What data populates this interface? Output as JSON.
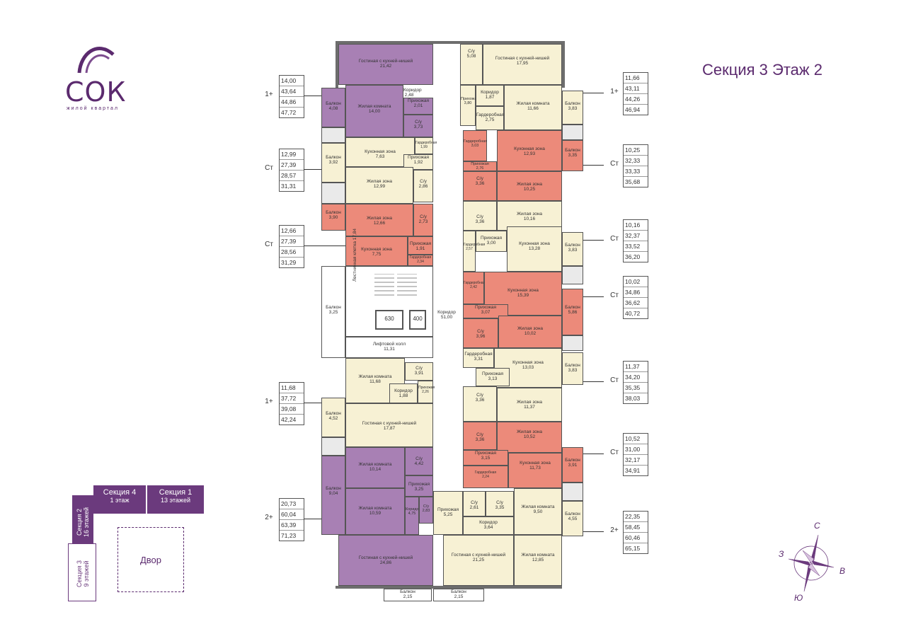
{
  "logo": {
    "name": "СОК",
    "subtitle": "жилой квартал"
  },
  "section_title": "Секция 3  Этаж 2",
  "info_boxes": [
    {
      "type": "1+",
      "values": [
        "14,00",
        "43,64",
        "44,86",
        "47,72"
      ]
    },
    {
      "type": "Ст",
      "values": [
        "12,99",
        "27,39",
        "28,57",
        "31,31"
      ]
    },
    {
      "type": "Ст",
      "values": [
        "12,66",
        "27,39",
        "28,56",
        "31,29"
      ]
    },
    {
      "type": "1+",
      "values": [
        "11,68",
        "37,72",
        "39,08",
        "42,24"
      ]
    },
    {
      "type": "2+",
      "values": [
        "20,73",
        "60,04",
        "63,39",
        "71,23"
      ]
    },
    {
      "type": "1+",
      "values": [
        "11,66",
        "43,11",
        "44,26",
        "46,94"
      ]
    },
    {
      "type": "Ст",
      "values": [
        "10,25",
        "32,33",
        "33,33",
        "35,68"
      ]
    },
    {
      "type": "Ст",
      "values": [
        "10,16",
        "32,37",
        "33,52",
        "36,20"
      ]
    },
    {
      "type": "Ст",
      "values": [
        "10,02",
        "34,86",
        "36,62",
        "40,72"
      ]
    },
    {
      "type": "Ст",
      "values": [
        "11,37",
        "34,20",
        "35,35",
        "38,03"
      ]
    },
    {
      "type": "Ст",
      "values": [
        "10,52",
        "31,00",
        "32,17",
        "34,91"
      ]
    },
    {
      "type": "2+",
      "values": [
        "22,35",
        "58,45",
        "60,46",
        "65,15"
      ]
    }
  ],
  "rooms": [
    {
      "n": "Гостиная с кухней-нишей",
      "a": "21,42"
    },
    {
      "n": "Балкон",
      "a": "4,08"
    },
    {
      "n": "Жилая комната",
      "a": "14,00"
    },
    {
      "n": "Коридор",
      "a": "2,48"
    },
    {
      "n": "Прихожая",
      "a": "2,01"
    },
    {
      "n": "С/у",
      "a": "3,73"
    },
    {
      "n": "Балкон",
      "a": "3,92"
    },
    {
      "n": "Кухонная зона",
      "a": "7,63"
    },
    {
      "n": "Гардеробная",
      "a": "1,99"
    },
    {
      "n": "Прихожая",
      "a": "1,92"
    },
    {
      "n": "Жилая зона",
      "a": "12,99"
    },
    {
      "n": "С/у",
      "a": "2,86"
    },
    {
      "n": "Балкон",
      "a": "3,90"
    },
    {
      "n": "Жилая зона",
      "a": "12,66"
    },
    {
      "n": "С/у",
      "a": "2,73"
    },
    {
      "n": "Кухонная зона",
      "a": "7,75"
    },
    {
      "n": "Прихожая",
      "a": "1,91"
    },
    {
      "n": "Гардеробная",
      "a": "2,34"
    },
    {
      "n": "Балкон",
      "a": "3,25"
    },
    {
      "n": "Лестничная клетка",
      "a": "17,84"
    },
    {
      "n": "630",
      "a": ""
    },
    {
      "n": "400",
      "a": ""
    },
    {
      "n": "Коридор",
      "a": "51,00"
    },
    {
      "n": "Лифтовой холл",
      "a": "11,31"
    },
    {
      "n": "Жилая комната",
      "a": "11,68"
    },
    {
      "n": "С/у",
      "a": "3,91"
    },
    {
      "n": "Коридор",
      "a": "1,88"
    },
    {
      "n": "Прихожая",
      "a": "2,26"
    },
    {
      "n": "Балкон",
      "a": "4,52"
    },
    {
      "n": "Гостиная с кухней-нишей",
      "a": "17,87"
    },
    {
      "n": "Жилая комната",
      "a": "10,14"
    },
    {
      "n": "С/у",
      "a": "4,42"
    },
    {
      "n": "Прихожая",
      "a": "3,25"
    },
    {
      "n": "Балкон",
      "a": "9,04"
    },
    {
      "n": "Жилая комната",
      "a": "10,59"
    },
    {
      "n": "Коридор",
      "a": "4,75"
    },
    {
      "n": "С/у",
      "a": "2,83"
    },
    {
      "n": "Гостиная с кухней-нишей",
      "a": "24,86"
    },
    {
      "n": "Балкон",
      "a": "2,15"
    },
    {
      "n": "С/у",
      "a": "5,08"
    },
    {
      "n": "Гостиная с кухней-нишей",
      "a": "17,95"
    },
    {
      "n": "Прихожая",
      "a": "3,80"
    },
    {
      "n": "Коридор",
      "a": "1,87"
    },
    {
      "n": "Жилая комната",
      "a": "11,66"
    },
    {
      "n": "Гардеробная",
      "a": "2,75"
    },
    {
      "n": "Балкон",
      "a": "3,83"
    },
    {
      "n": "Гардеробная",
      "a": "3,03"
    },
    {
      "n": "Прихожая",
      "a": "2,76"
    },
    {
      "n": "Кухонная зона",
      "a": "12,93"
    },
    {
      "n": "С/у",
      "a": "3,36"
    },
    {
      "n": "Жилая зона",
      "a": "10,25"
    },
    {
      "n": "Балкон",
      "a": "3,35"
    },
    {
      "n": "Жилая зона",
      "a": "10,16"
    },
    {
      "n": "С/у",
      "a": "3,36"
    },
    {
      "n": "Прихожая",
      "a": "3,00"
    },
    {
      "n": "Кухонная зона",
      "a": "13,28"
    },
    {
      "n": "Гардеробная",
      "a": "2,57"
    },
    {
      "n": "Балкон",
      "a": "3,83"
    },
    {
      "n": "Гардеробная",
      "a": "2,42"
    },
    {
      "n": "Кухонная зона",
      "a": "15,39"
    },
    {
      "n": "Прихожая",
      "a": "3,07"
    },
    {
      "n": "Балкон",
      "a": "5,86"
    },
    {
      "n": "С/у",
      "a": "3,96"
    },
    {
      "n": "Жилая зона",
      "a": "10,02"
    },
    {
      "n": "Гардеробная",
      "a": "3,31"
    },
    {
      "n": "Кухонная зона",
      "a": "13,03"
    },
    {
      "n": "Прихожая",
      "a": "3,13"
    },
    {
      "n": "Балкон",
      "a": "3,83"
    },
    {
      "n": "С/у",
      "a": "3,36"
    },
    {
      "n": "Жилая зона",
      "a": "11,37"
    },
    {
      "n": "Жилая зона",
      "a": "10,52"
    },
    {
      "n": "С/у",
      "a": "3,36"
    },
    {
      "n": "Прихожая",
      "a": "3,15"
    },
    {
      "n": "Кухонная зона",
      "a": "11,73"
    },
    {
      "n": "Балкон",
      "a": "3,91"
    },
    {
      "n": "Гардеробная",
      "a": "2,24"
    },
    {
      "n": "Прихожая",
      "a": "5,25"
    },
    {
      "n": "С/у",
      "a": "2,61"
    },
    {
      "n": "С/у",
      "a": "3,35"
    },
    {
      "n": "Коридор",
      "a": "3,64"
    },
    {
      "n": "Жилая комната",
      "a": "9,50"
    },
    {
      "n": "Балкон",
      "a": "4,55"
    },
    {
      "n": "Гостиная с кухней-нишей",
      "a": "21,25"
    },
    {
      "n": "Жилая комната",
      "a": "12,85"
    },
    {
      "n": "Балкон",
      "a": "2,15"
    }
  ],
  "minimap": {
    "s4": "Секция 4",
    "s4f": "1 этаж",
    "s1": "Секция 1",
    "s1f": "13 этажей",
    "s2": "Секция 2",
    "s2f": "16 этажей",
    "s3": "Секция 3",
    "s3f": "9 этажей",
    "yard": "Двор"
  },
  "compass": {
    "n": "С",
    "s": "Ю",
    "w": "З",
    "e": "В"
  },
  "colors": {
    "brand": "#5b2a6e",
    "one_room": "#a880b4",
    "studio": "#ec8a7a",
    "common": "#f7f1d4"
  }
}
